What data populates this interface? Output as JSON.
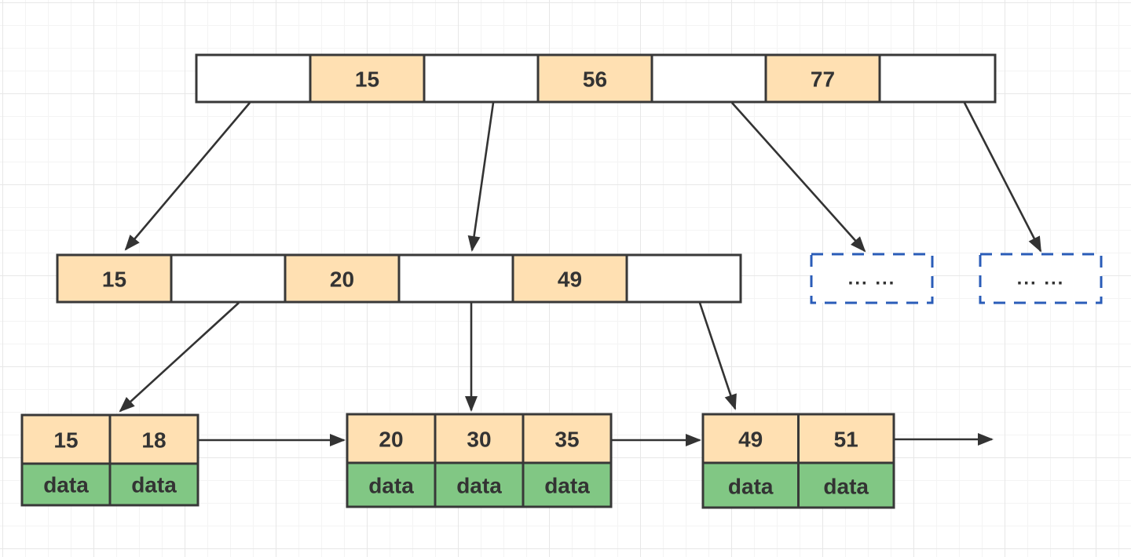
{
  "diagram": {
    "type": "b-plus-tree",
    "colors": {
      "key_fill": "#ffe0b2",
      "pointer_fill": "#ffffff",
      "data_fill": "#81c784",
      "border": "#383838",
      "overflow_border": "#2a5cb8",
      "arrow": "#333333",
      "grid_line": "#f0f0f0"
    },
    "root_node": {
      "cells": [
        {
          "type": "pointer",
          "label": ""
        },
        {
          "type": "key",
          "label": "15"
        },
        {
          "type": "pointer",
          "label": ""
        },
        {
          "type": "key",
          "label": "56"
        },
        {
          "type": "pointer",
          "label": ""
        },
        {
          "type": "key",
          "label": "77"
        },
        {
          "type": "pointer",
          "label": ""
        }
      ]
    },
    "internal_node": {
      "cells": [
        {
          "type": "key",
          "label": "15"
        },
        {
          "type": "pointer",
          "label": ""
        },
        {
          "type": "key",
          "label": "20"
        },
        {
          "type": "pointer",
          "label": ""
        },
        {
          "type": "key",
          "label": "49"
        },
        {
          "type": "pointer",
          "label": ""
        }
      ]
    },
    "overflow_nodes": [
      {
        "label": "... ..."
      },
      {
        "label": "... ..."
      }
    ],
    "leaf_nodes": [
      {
        "keys": [
          "15",
          "18"
        ],
        "data": [
          "data",
          "data"
        ]
      },
      {
        "keys": [
          "20",
          "30",
          "35"
        ],
        "data": [
          "data",
          "data",
          "data"
        ]
      },
      {
        "keys": [
          "49",
          "51"
        ],
        "data": [
          "data",
          "data"
        ]
      }
    ]
  }
}
